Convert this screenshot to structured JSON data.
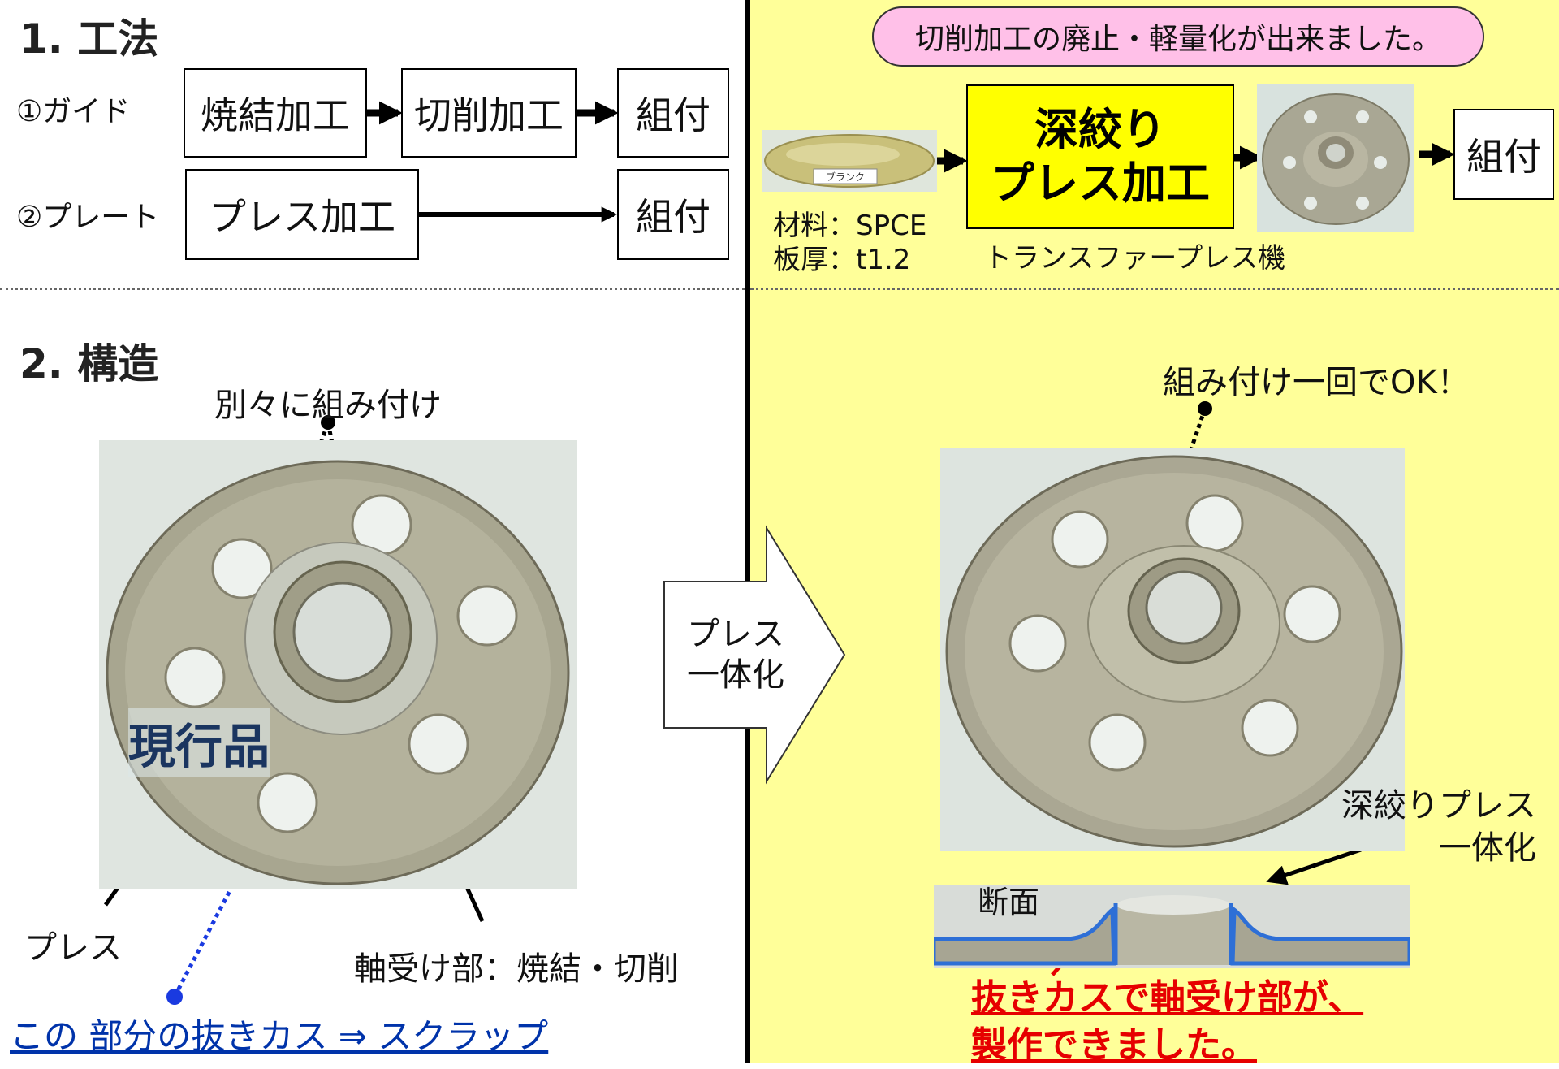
{
  "section1": {
    "title": "1. 工法",
    "guide_label": "①ガイド",
    "plate_label": "②プレート",
    "guide_steps": [
      "焼結加工",
      "切削加工",
      "組付"
    ],
    "plate_steps": [
      "プレス加工",
      "組付"
    ]
  },
  "new_process": {
    "banner": "切削加工の廃止・軽量化が出来ました。",
    "blank_tag": "ブランク",
    "material_line1": "材料：SPCE",
    "material_line2": "板厚：t1.2",
    "press_box_line1": "深絞り",
    "press_box_line2": "プレス加工",
    "machine": "トランスファープレス機",
    "assemble": "組付"
  },
  "section2": {
    "title": "2. 構造",
    "separate_assembly": "別々に組み付け",
    "current_product": "現行品",
    "press": "プレス",
    "bearing": "軸受け部：焼結・切削",
    "scrap_note": "この 部分の抜きカス ⇒ スクラップ"
  },
  "arrow": {
    "line1": "プレス",
    "line2": "一体化"
  },
  "new_structure": {
    "assemble_once": "組み付け一回でOK！",
    "deep_draw_line1": "深絞りプレス",
    "deep_draw_line2": "一体化",
    "cross_section": "断面",
    "red_note_line1": "抜きカスで軸受け部が、",
    "red_note_line2": "製作できました。"
  },
  "colors": {
    "right_panel": "#ffff99",
    "banner": "#ffc0e8",
    "press_box": "#ffff00",
    "scrap_link": "#0033aa",
    "red_note": "#e60000",
    "dot_blue": "#1a3ae0"
  }
}
